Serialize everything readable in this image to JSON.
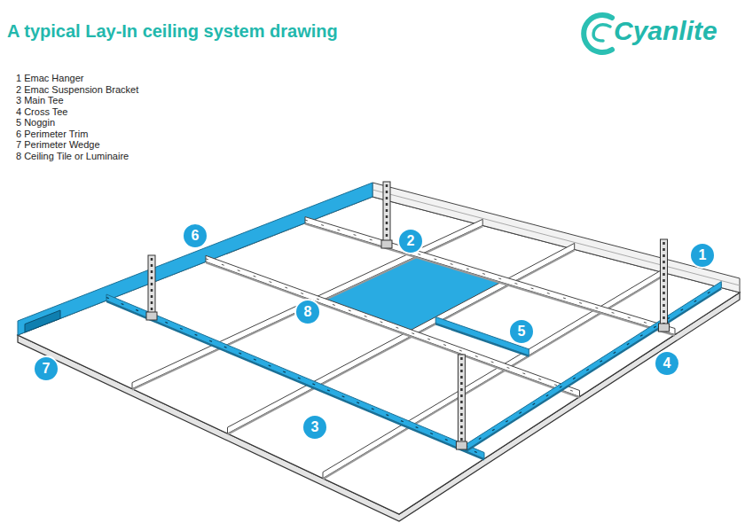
{
  "diagram": {
    "title": "A typical Lay-In ceiling system drawing",
    "nodes": [
      {
        "text": [
          "1"
        ]
      },
      {
        "text": [
          "2"
        ]
      },
      {
        "text": [
          "3"
        ]
      },
      {
        "text": [
          "4"
        ]
      },
      {
        "text": [
          "5"
        ]
      },
      {
        "text": [
          "6"
        ]
      },
      {
        "text": [
          "7"
        ]
      },
      {
        "text": [
          "8"
        ]
      }
    ],
    "labels": [
      "1 Emac Hanger",
      "2 Emac Suspension Bracket",
      "3 Main Tee",
      "4 Cross Tee",
      "5 Noggin",
      "6 Perimeter Trim",
      "7 Perimeter Wedge",
      "8 Ceiling Tile or Luminaire",
      "Cyanlite"
    ]
  }
}
